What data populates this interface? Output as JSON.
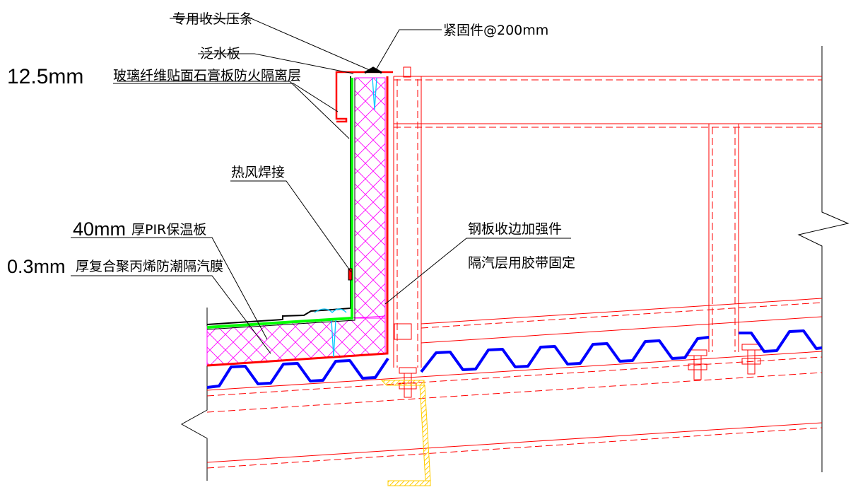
{
  "labels": {
    "edge_strip": "专用收头压条",
    "fastener": "紧固件@200mm",
    "flashing": "泛水板",
    "fire_layer_dim": "12.5mm",
    "fire_layer_text": "玻璃纤维贴面石膏板防火隔离层",
    "hot_air_weld": "热风焊接",
    "insulation_dim": "40mm",
    "insulation_text": "厚PIR保温板",
    "vapor_dim": "0.3mm",
    "vapor_text": "厚复合聚丙烯防潮隔汽膜",
    "edge_reinforce": "钢板收边加强件",
    "vapor_tape": "隔汽层用胶带固定"
  },
  "colors": {
    "steel_structure": "#ff0000",
    "insulation_hatch": "#ff00ff",
    "profiled_deck": "#0000ff",
    "membrane_green": "#00ff00",
    "water_cyan": "#00c8ff",
    "angle_yellow": "#ffcc00",
    "leader_black": "#000000"
  }
}
